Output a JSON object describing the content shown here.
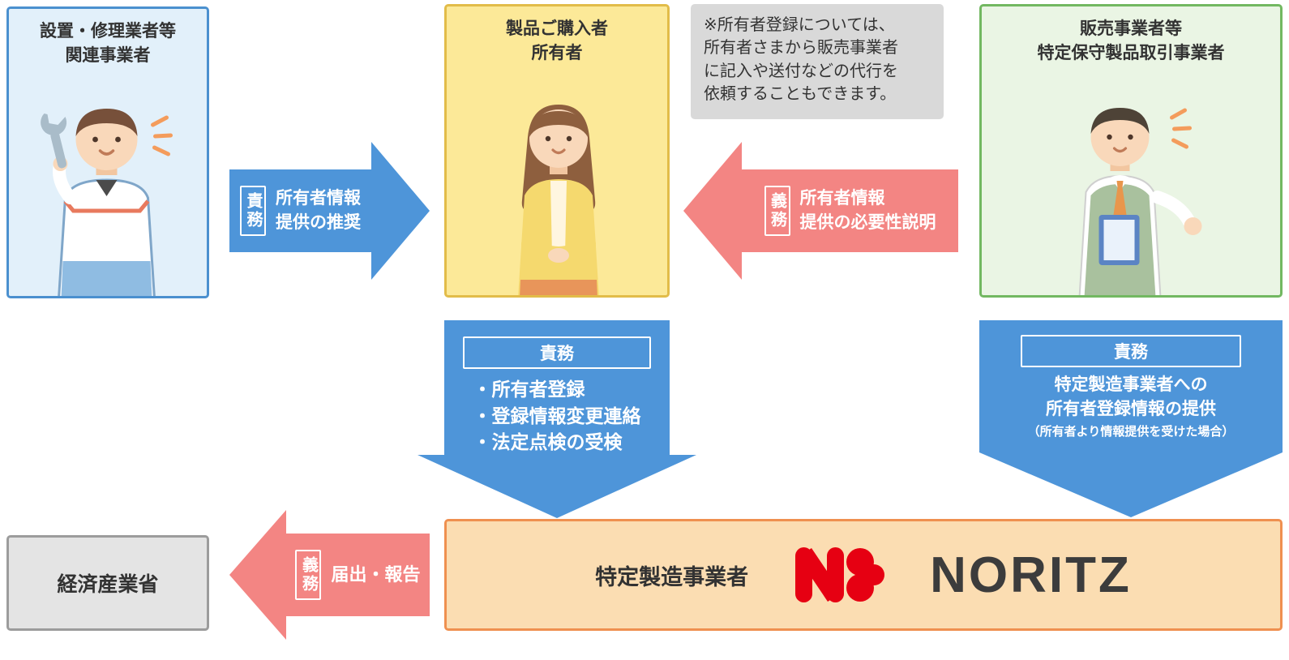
{
  "colors": {
    "arrow_blue": "#4E95D9",
    "arrow_red": "#F38583",
    "noritz_red": "#E60012"
  },
  "boxes": {
    "installer": {
      "line1": "設置・修理業者等",
      "line2": "関連事業者"
    },
    "owner": {
      "line1": "製品ご購入者",
      "line2": "所有者"
    },
    "seller": {
      "line1": "販売事業者等",
      "line2": "特定保守製品取引事業者"
    },
    "ministry": {
      "label": "経済産業省"
    },
    "manufacturer": {
      "label": "特定製造事業者",
      "brand": "NORITZ"
    }
  },
  "note": {
    "line1": "※所有者登録については、",
    "line2": "所有者さまから販売事業者",
    "line3": "に記入や送付などの代行を",
    "line4": "依頼することもできます。"
  },
  "arrows": {
    "recommend": {
      "badge": "責務",
      "line1": "所有者情報",
      "line2": "提供の推奨"
    },
    "explain": {
      "badge": "義務",
      "line1": "所有者情報",
      "line2": "提供の必要性説明"
    },
    "owner_duties": {
      "badge": "責務",
      "items": [
        "・所有者登録",
        "・登録情報変更連絡",
        "・法定点検の受検"
      ]
    },
    "seller_duty": {
      "badge": "責務",
      "line1": "特定製造事業者への",
      "line2": "所有者登録情報の提供",
      "line3": "（所有者より情報提供を受けた場合）"
    },
    "report": {
      "badge": "義務",
      "label": "届出・報告"
    }
  }
}
